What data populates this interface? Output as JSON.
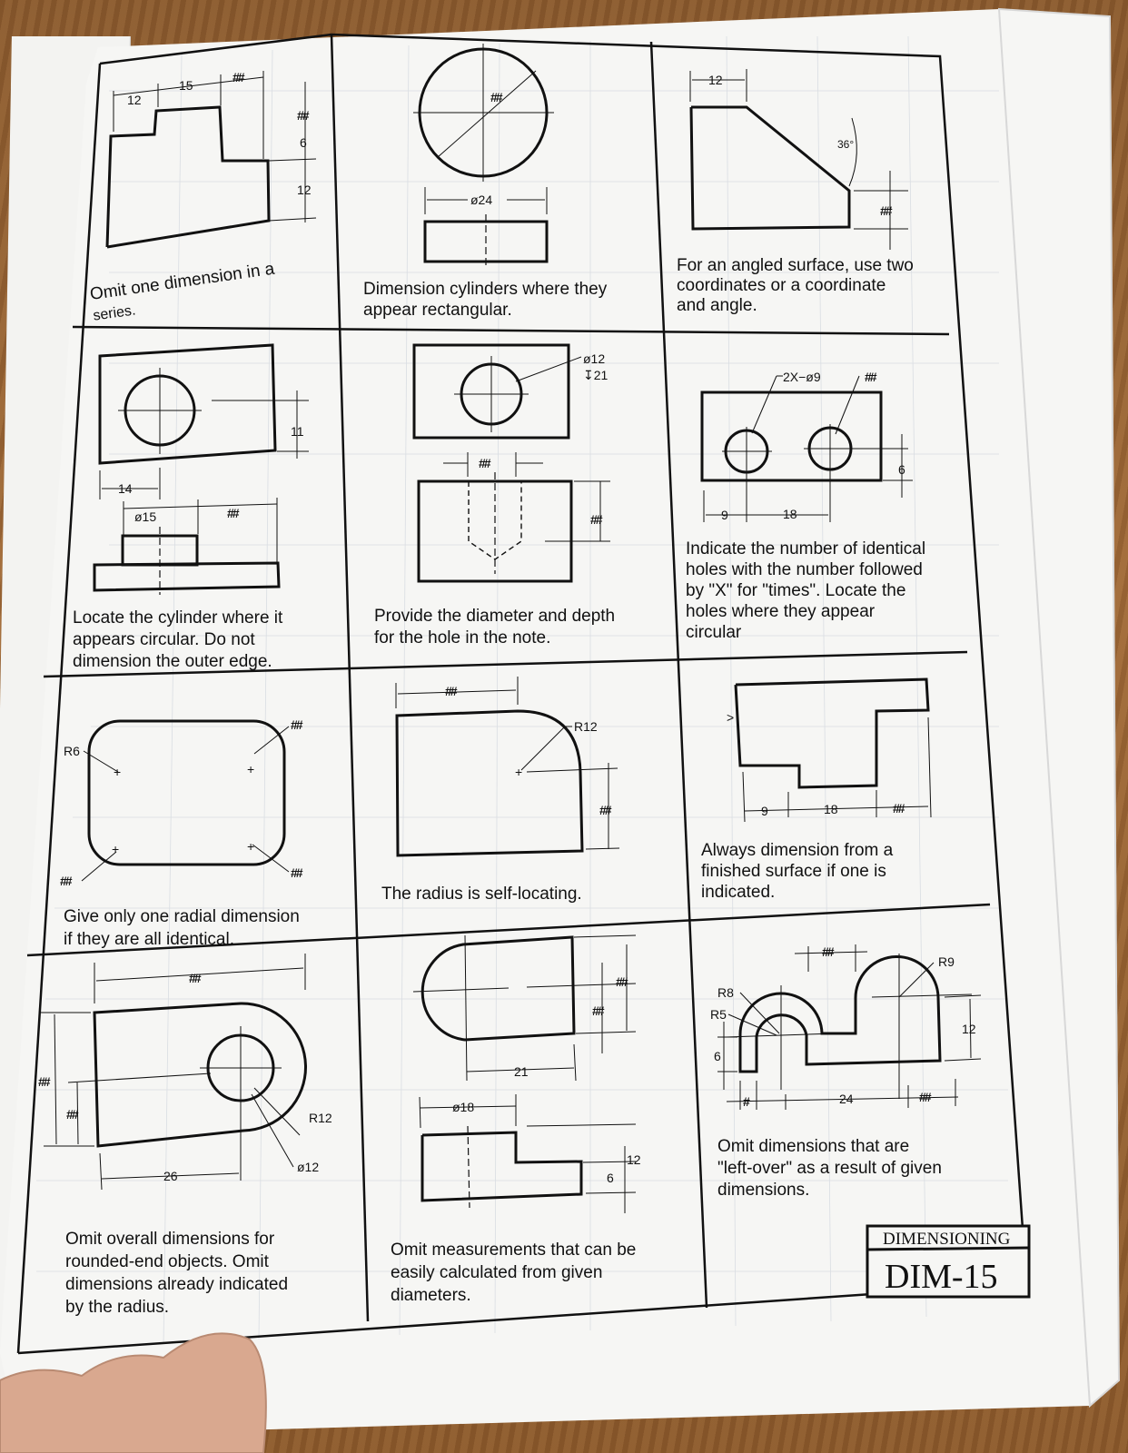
{
  "panels": [
    {
      "caption": [
        "Omit one dimension in a",
        "series."
      ],
      "dims": [
        "12",
        "15",
        "6",
        "12"
      ]
    },
    {
      "caption": [
        "Dimension cylinders where they",
        "appear rectangular."
      ],
      "dims": [
        "ø24"
      ]
    },
    {
      "caption": [
        "For an angled surface, use two",
        "coordinates or a coordinate",
        "and angle."
      ],
      "dims": [
        "12",
        "36°"
      ]
    },
    {
      "caption": [
        "Locate the cylinder where it",
        "appears circular. Do not",
        "dimension the outer edge."
      ],
      "dims": [
        "11",
        "14",
        "ø15"
      ]
    },
    {
      "caption": [
        "Provide the diameter and depth",
        "for the hole in the note."
      ],
      "dims": [
        "ø12",
        "↧21"
      ]
    },
    {
      "caption": [
        "Indicate the number of identical",
        "holes with the number followed",
        "by \"X\" for \"times\".  Locate the",
        "holes where they appear",
        "circular"
      ],
      "dims": [
        "2X−ø9",
        "6",
        "9",
        "18"
      ]
    },
    {
      "caption": [
        "Give only one radial dimension",
        "if they are all identical."
      ],
      "dims": [
        "R6"
      ]
    },
    {
      "caption": [
        "The radius is self-locating."
      ],
      "dims": [
        "R12"
      ]
    },
    {
      "caption": [
        "Always dimension from a",
        "finished surface if one is",
        "indicated."
      ],
      "dims": [
        "9",
        "18"
      ]
    },
    {
      "caption": [
        "Omit overall dimensions for",
        "rounded-end objects.  Omit",
        "dimensions already indicated",
        "by the radius."
      ],
      "dims": [
        "R12",
        "26",
        "ø12"
      ]
    },
    {
      "caption": [
        "Omit measurements that can be",
        "easily calculated from given",
        "diameters."
      ],
      "dims": [
        "21",
        "ø18",
        "12",
        "6"
      ]
    },
    {
      "caption": [
        "Omit dimensions that are",
        "\"left-over\" as a result of given",
        "dimensions."
      ],
      "dims": [
        "R9",
        "R8",
        "R5",
        "6",
        "12",
        "24"
      ]
    }
  ],
  "title_block": {
    "category": "DIMENSIONING",
    "sheet": "DIM-15"
  },
  "colors": {
    "paper": "#f6f6f4",
    "ink": "#111111",
    "desk": "#a06a38",
    "grid": "#d9dde2"
  }
}
